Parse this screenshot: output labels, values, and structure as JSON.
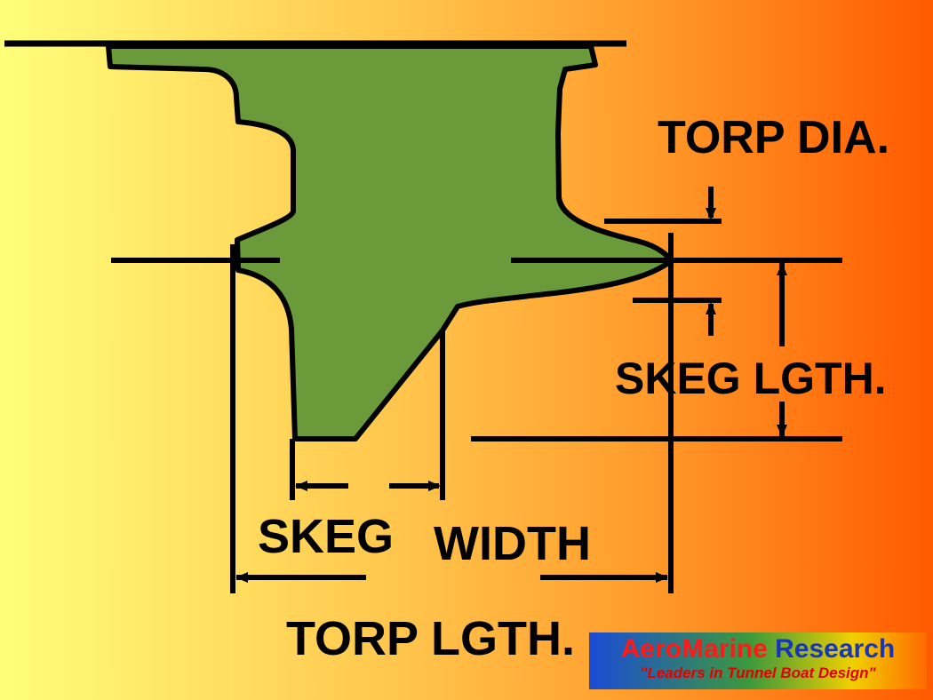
{
  "labels": {
    "torp_dia": "TORP DIA.",
    "skeg_lgth": "SKEG LGTH.",
    "skeg": "SKEG",
    "width": "WIDTH",
    "torp_lgth": "TORP LGTH."
  },
  "brand": {
    "name_part1": "AeroMarine",
    "name_part2": "Research",
    "tagline": "\"Leaders in Tunnel Boat Design\""
  },
  "colors": {
    "skeg_fill": "#6a9a3a",
    "line": "#000000"
  }
}
